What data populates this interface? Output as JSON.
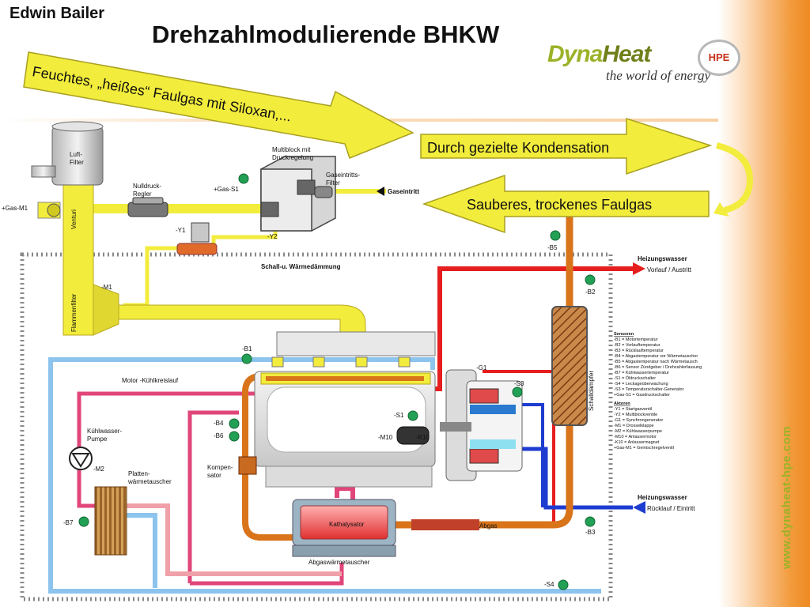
{
  "header": {
    "author": "Edwin Bailer",
    "title": "Drehzahlmodulierende BHKW"
  },
  "logo": {
    "word_dyna": "Dyna",
    "word_heat": "Heat",
    "badge": "HPE",
    "tagline": "the world of energy"
  },
  "website": "www.dynaheat-hpe.com",
  "callouts": {
    "arrow1": "Feuchtes, „heißes“ Faulgas mit Siloxan,...",
    "arrow2": "Durch gezielte Kondensation",
    "arrow3": "Sauberes, trockenes Faulgas"
  },
  "components": {
    "luftfilter_1": "Luft-",
    "luftfilter_2": "Filter",
    "gas_m1": "+Gas-M1",
    "venturi": "Venturi",
    "nulldruck_1": "Nulldruck-",
    "nulldruck_2": "Regler",
    "multiblock_1": "Multiblock mit",
    "multiblock_2": "Druckregelung",
    "gas_s1": "+Gas-S1",
    "gaseintritt_filter_1": "Gaseintritts-",
    "gaseintritt_filter_2": "Filter",
    "gaseintritt": "Gaseintritt",
    "y1": "-Y1",
    "y2": "-Y2",
    "b5": "-B5",
    "schall": "Schall-u. Wärmedämmung",
    "heizwasser_top": "Heizungswasser",
    "vorlauf": "Vorlauf / Austritt",
    "b2": "-B2",
    "m1": "-M1",
    "flammenfilter": "Flammenfilter",
    "b1": "-B1",
    "motor_kuehlkreis": "Motor -Kühlkreislauf",
    "g1": "-G1",
    "s3": "-S3",
    "schalldaempfer": "Schalldämpfer",
    "kuehlwasser_1": "Kühlwasser-",
    "kuehlwasser_2": "Pumpe",
    "m2": "-M2",
    "b4": "-B4",
    "b6": "-B6",
    "s1": "-S1",
    "m10": "-M10",
    "k10": "-K10",
    "kompensator_1": "Kompen-",
    "kompensator_2": "sator",
    "platten_1": "Platten-",
    "platten_2": "wärmetauscher",
    "b7": "-B7",
    "kathalysator": "Kathalysator",
    "abgas": "Abgas",
    "abgaswaermetauscher": "Abgaswärmetauscher",
    "heizwasser_bottom": "Heizungswasser",
    "ruecklauf": "Rücklauf / Eintritt",
    "b3": "-B3",
    "s4": "-S4"
  },
  "legend": {
    "sensors_title": "Sensoren",
    "sensors": [
      "-B1 = Motortemperatur",
      "-B2 = Vorlauftemperatur",
      "-B3 = Rücklauftemperatur",
      "-B4 = Abgastemperatur vor Wärmetauscher",
      "-B5 = Abgastemperatur nach Wärmetausch",
      "-B6 = Sensor Zündgeber / Drehzahlerfassung",
      "-B7 = Kühlwassertemperatur",
      "-S1 = Öldruckschalter",
      "-S4 = Leckageüberwachung",
      "-S3 = Temperaturschalter-Generator",
      "+Gas-S1 = Gasdruckschalter"
    ],
    "actuators_title": "Aktoren",
    "actuators": [
      "-Y1 = Startgasventil",
      "-Y2 = Multiblockventile",
      "-G1 = Synchrongenerator",
      "-M1 = Drosselklappe",
      "-M2 = Kühlwasserpumpe",
      "-M10 = Anlassermotor",
      "-K10 = Anlassermagnet",
      "+Gas-M1 = Gemischregelventil"
    ]
  },
  "colors": {
    "gas": "#f2ec3c",
    "exhaust": "#d9741a",
    "hot_water": "#e61e1e",
    "cold_water": "#1e3cd0",
    "coolant_pink": "#e0467a",
    "coolant_blue": "#8cc4ee",
    "sensor": "#22a055"
  }
}
